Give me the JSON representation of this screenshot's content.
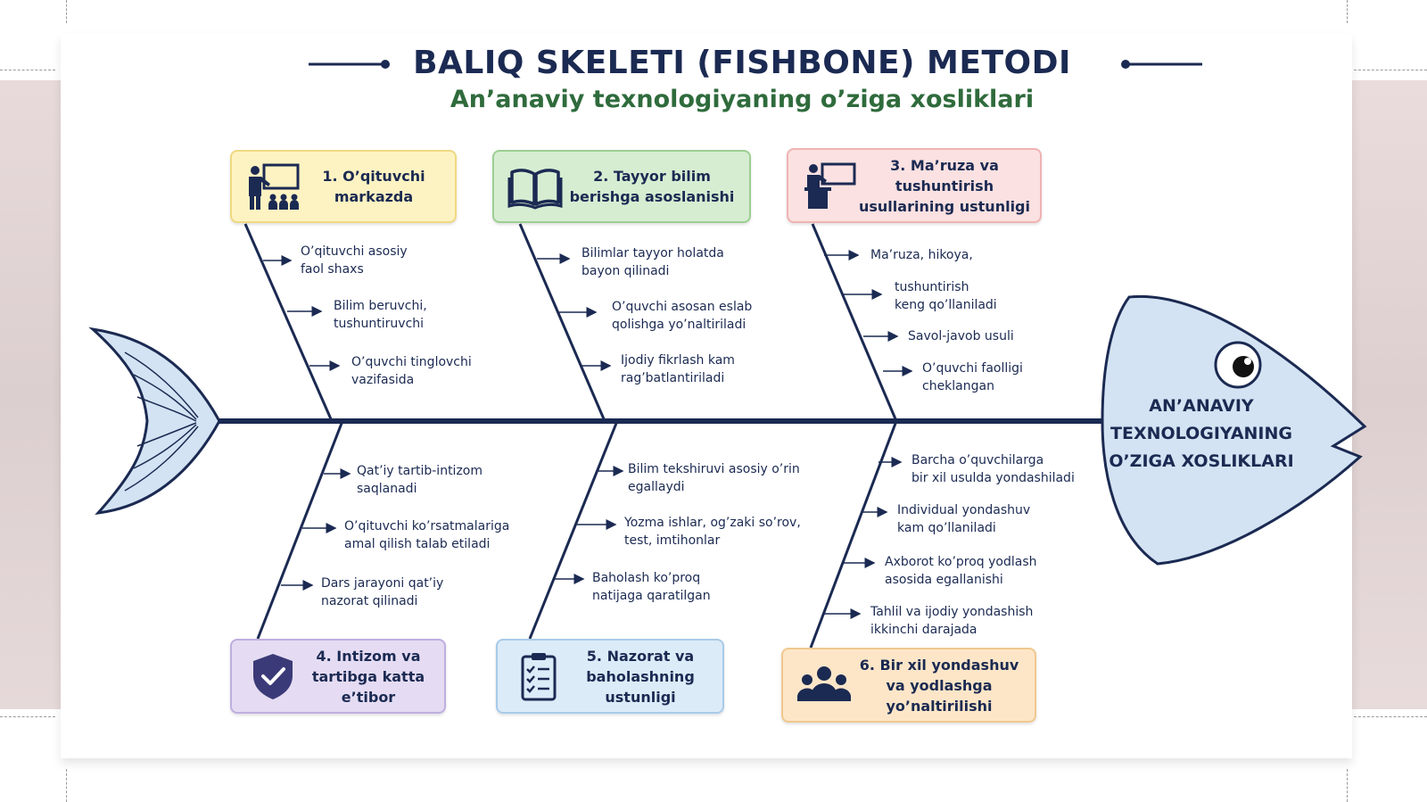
{
  "title": "BALIQ SKELETI (FISHBONE) METODI",
  "subtitle": "An’anaviy texnologiyaning o’ziga xosliklari",
  "head": {
    "lines": [
      "AN’ANAVIY",
      "TEXNOLOGIYANING",
      "O’ZIGA XOSLIKLARI"
    ]
  },
  "categories": [
    {
      "label": "1. O’qituvchi\nmarkazda",
      "color": "#fdf3c2",
      "border": "#efd982",
      "icon": "teacher-board-icon",
      "items": [
        "O’qituvchi asosiy\nfaol shaxs",
        "Bilim beruvchi,\ntushuntiruvchi",
        "O’quvchi tinglovchi\nvazifasida"
      ]
    },
    {
      "label": "2. Tayyor bilim\nberishga asoslanishi",
      "color": "#d7edd2",
      "border": "#9ccf92",
      "icon": "open-book-icon",
      "items": [
        "Bilimlar tayyor holatda\nbayon qilinadi",
        "O’quvchi asosan eslab\nqolishga yo’naltiriladi",
        "Ijodiy fikrlash kam\nrag’batlantiriladi"
      ]
    },
    {
      "label": "3. Ma’ruza va\ntushuntirish\nusullarining ustunligi",
      "color": "#fbe1e1",
      "border": "#f0b3b3",
      "icon": "lecturer-icon",
      "items": [
        "Ma’ruza, hikoya,",
        "tushuntirish\nkeng qo’llaniladi",
        "Savol-javob usuli",
        "O’quvchi faolligi\ncheklangan"
      ]
    },
    {
      "label": "4. Intizom va\ntartibga katta\ne’tibor",
      "color": "#e5dcf3",
      "border": "#bfaee0",
      "icon": "shield-check-icon",
      "items": [
        "Qat’iy tartib-intizom\nsaqlanadi",
        "O’qituvchi ko’rsatmalariga\namal qilish talab etiladi",
        "Dars jarayoni qat’iy\nnazorat qilinadi"
      ]
    },
    {
      "label": "5. Nazorat va\nbaholashning\nustunligi",
      "color": "#dcebf8",
      "border": "#a8cbe9",
      "icon": "clipboard-checklist-icon",
      "items": [
        "Bilim tekshiruvi asosiy o’rin\negallaydi",
        "Yozma ishlar, og’zaki so’rov,\ntest, imtihonlar",
        "Baholash ko’proq\nnatijaga qaratilgan"
      ]
    },
    {
      "label": "6. Bir xil yondashuv\nva yodlashga\nyo’naltirilishi",
      "color": "#fde6c8",
      "border": "#f0c88e",
      "icon": "group-people-icon",
      "items": [
        "Barcha o’quvchilarga\nbir xil usulda yondashiladi",
        "Individual yondashuv\nkam qo’llaniladi",
        "Axborot ko’proq yodlash\nasosida egallanishi",
        "Tahlil va ijodiy yondashish\nikkinchi darajada"
      ]
    }
  ],
  "colors": {
    "navy": "#1b2a52",
    "green": "#2f6b3c",
    "fish": "#d3e3f3"
  }
}
